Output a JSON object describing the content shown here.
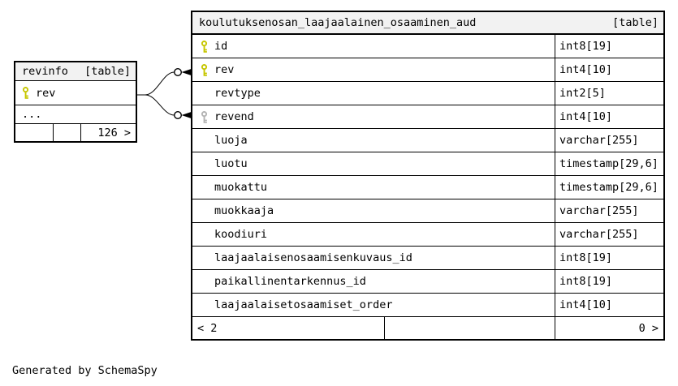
{
  "generator_note": "Generated by SchemaSpy",
  "revinfo_table": {
    "name": "revinfo",
    "badge": "[table]",
    "columns": [
      {
        "name": "rev",
        "key_class": "key-primary"
      }
    ],
    "ellipsis": "...",
    "footer": {
      "left": "",
      "mid": "",
      "right": "126 >"
    }
  },
  "aud_table": {
    "name": "koulutuksenosan_laajaalainen_osaaminen_aud",
    "badge": "[table]",
    "columns": [
      {
        "name": "id",
        "type": "int8[19]",
        "key_class": "key-primary"
      },
      {
        "name": "rev",
        "type": "int4[10]",
        "key_class": "key-primary"
      },
      {
        "name": "revtype",
        "type": "int2[5]",
        "key_class": "key-none"
      },
      {
        "name": "revend",
        "type": "int4[10]",
        "key_class": "key-foreign"
      },
      {
        "name": "luoja",
        "type": "varchar[255]",
        "key_class": "key-none"
      },
      {
        "name": "luotu",
        "type": "timestamp[29,6]",
        "key_class": "key-none"
      },
      {
        "name": "muokattu",
        "type": "timestamp[29,6]",
        "key_class": "key-none"
      },
      {
        "name": "muokkaaja",
        "type": "varchar[255]",
        "key_class": "key-none"
      },
      {
        "name": "koodiuri",
        "type": "varchar[255]",
        "key_class": "key-none"
      },
      {
        "name": "laajaalaisenosaamisenkuvaus_id",
        "type": "int8[19]",
        "key_class": "key-none"
      },
      {
        "name": "paikallinentarkennus_id",
        "type": "int8[19]",
        "key_class": "key-none"
      },
      {
        "name": "laajaalaisetosaamiset_order",
        "type": "int4[10]",
        "key_class": "key-none"
      }
    ],
    "footer": {
      "left": "< 2",
      "mid": "",
      "right": "0 >"
    }
  },
  "colors": {
    "key_primary": "#c6c600",
    "key_foreign": "#b3b3b3",
    "header_bg": "#f2f2f2",
    "border": "#000000"
  }
}
